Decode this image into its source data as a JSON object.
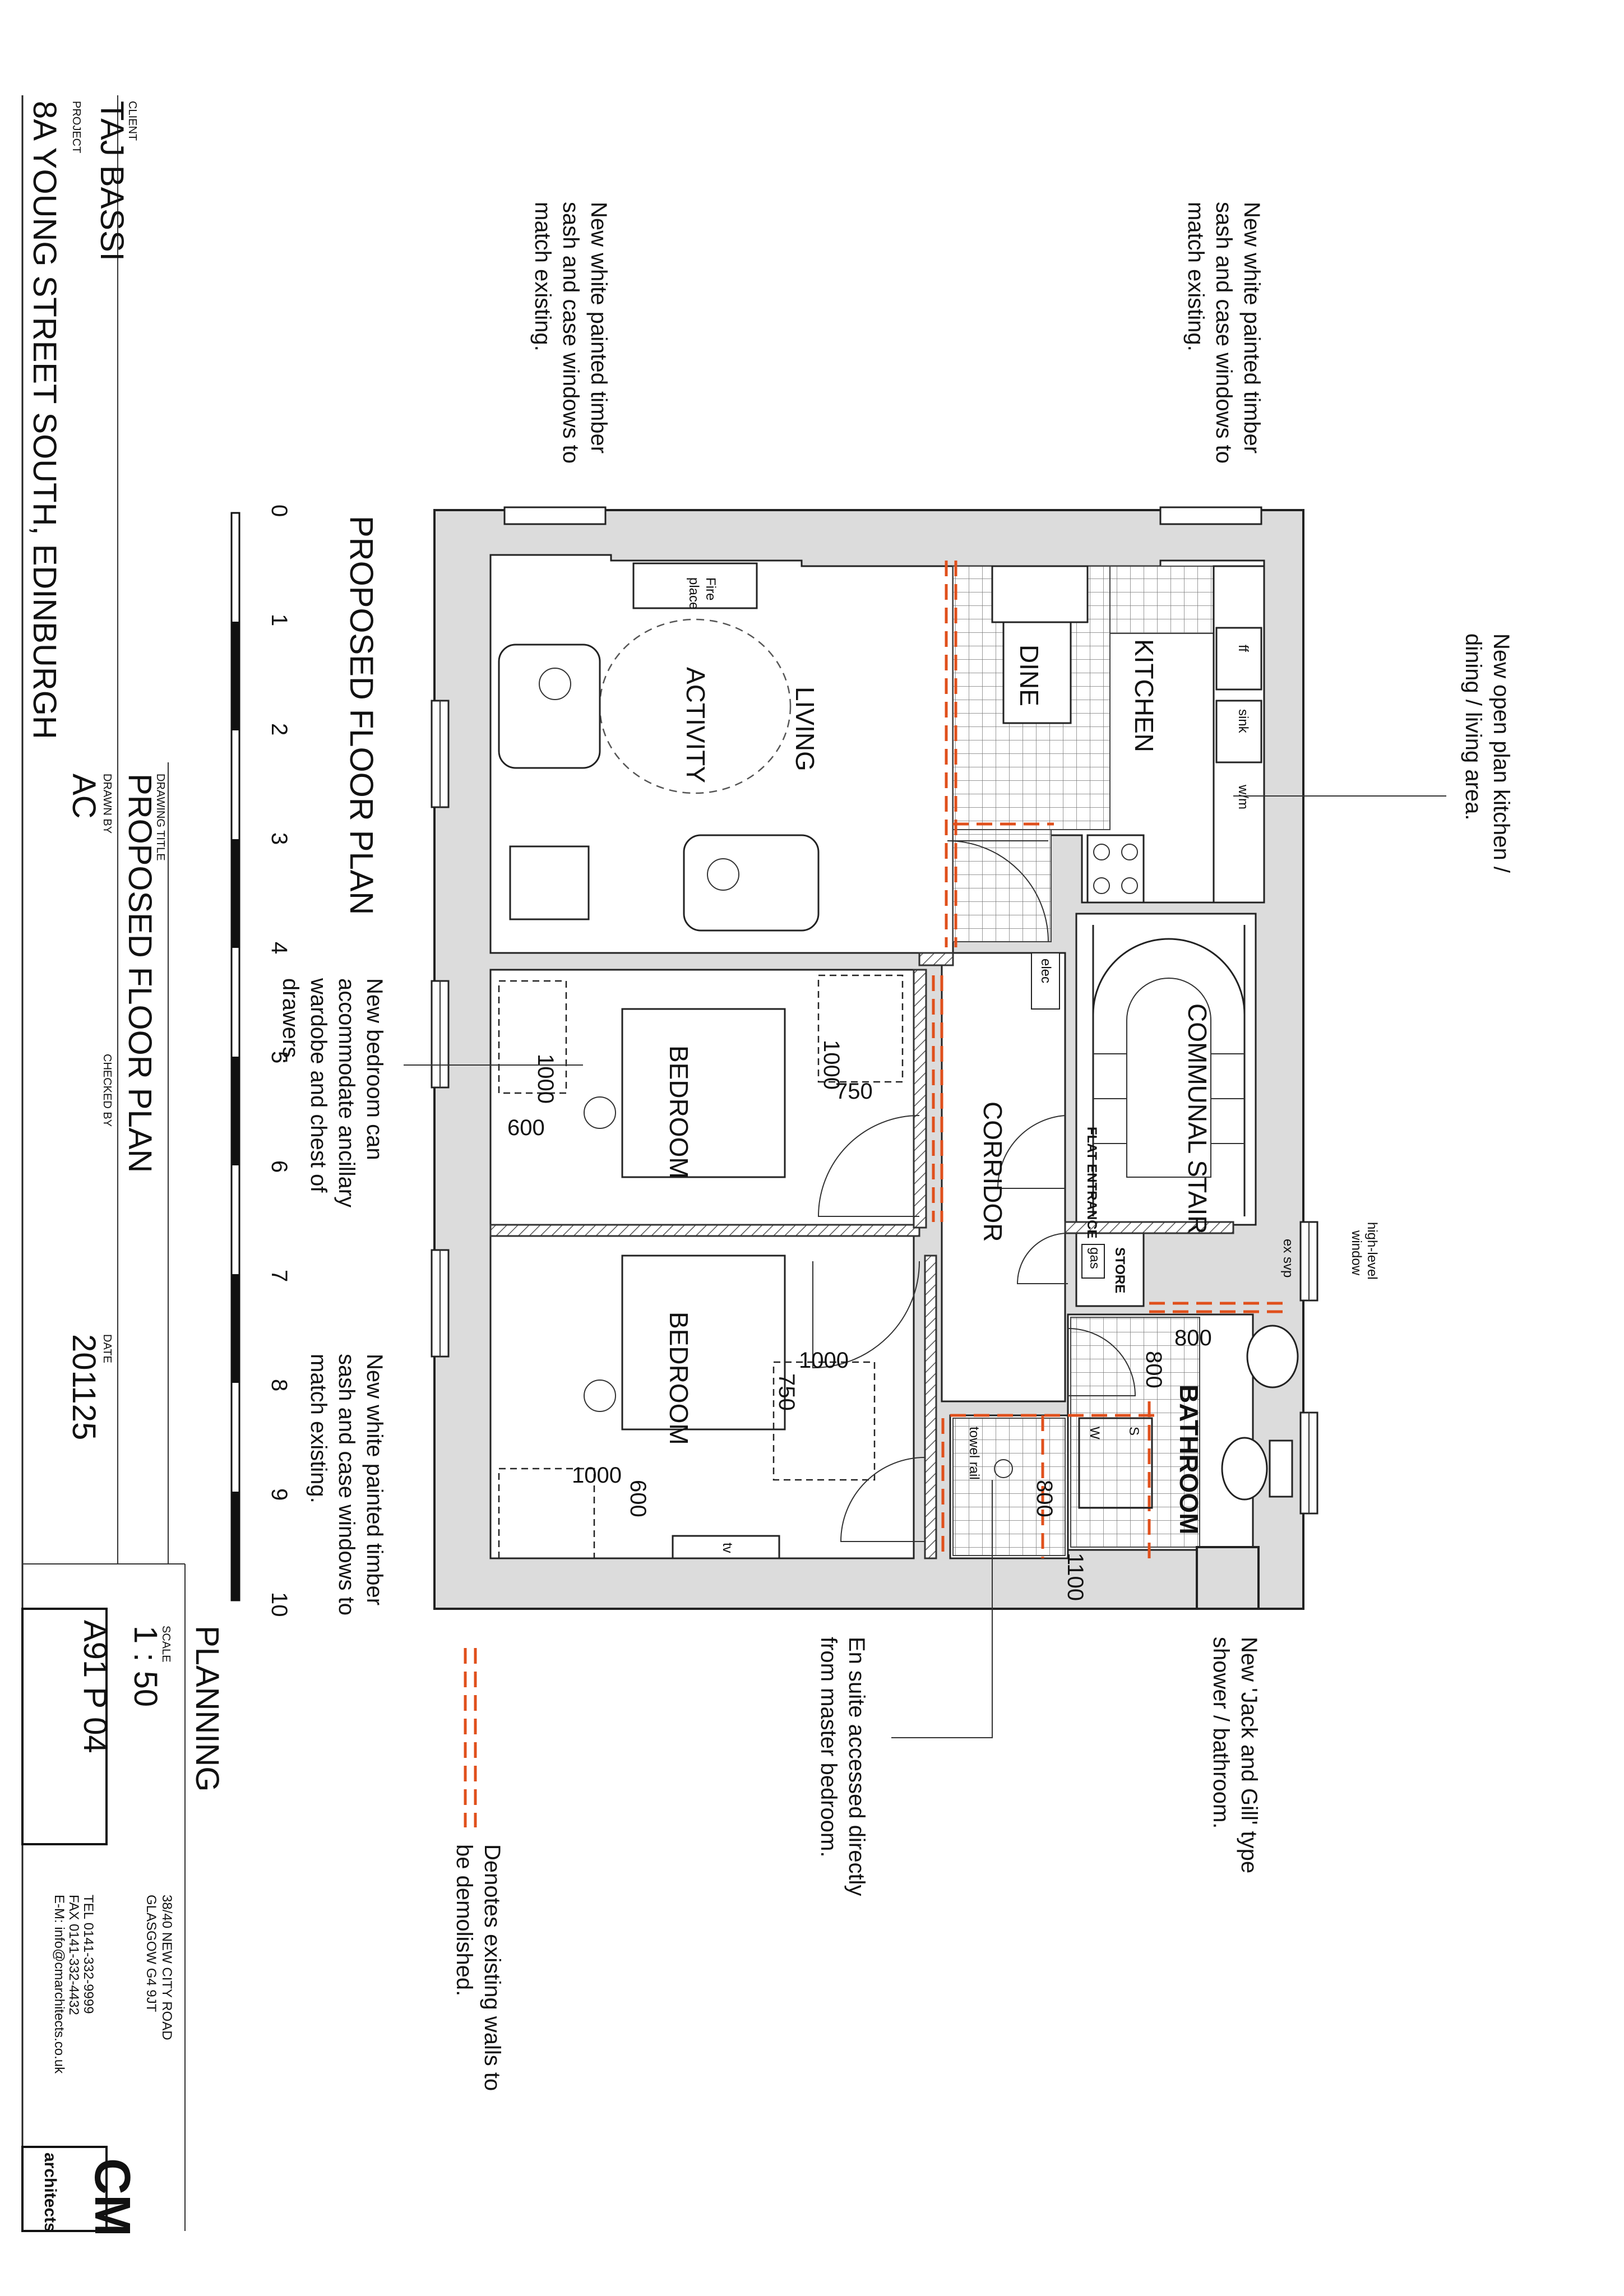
{
  "notes": {
    "windows_top_left": [
      "New white painted timber",
      "sash and case windows to",
      "match existing."
    ],
    "windows_top_right": [
      "New white painted timber",
      "sash and case windows to",
      "match existing."
    ],
    "open_plan": [
      "New open plan kitchen /",
      "dining / living area."
    ],
    "bedroom_storage": [
      "New bedroom can",
      "accommodate ancillary",
      "wardobe and chest of",
      "drawers."
    ],
    "windows_bottom": [
      "New white painted timber",
      "sash and case windows to",
      "match existing."
    ],
    "jack_and_gill": [
      "New 'Jack and Gill' type",
      "shower / bathroom."
    ],
    "en_suite": [
      "En suite accessed directly",
      "from master bedroom."
    ],
    "demolish_legend": [
      "Denotes existing walls to",
      "be demolished."
    ]
  },
  "rooms": {
    "living": "LIVING",
    "activity": "ACTIVITY",
    "kitchen": "KITCHEN",
    "dine": "DINE",
    "communal_stair": "COMMUNAL STAIR",
    "corridor": "CORRIDOR",
    "bedroom_1": "BEDROOM",
    "bedroom_2": "BEDROOM",
    "bathroom": "BATHROOM",
    "store": "STORE",
    "flat_entrance": "FLAT ENTRANCE"
  },
  "fixtures": {
    "fireplace_1": "Fire",
    "fireplace_2": "place",
    "fridge": "ff",
    "sink": "sink",
    "washer": "w/m",
    "elec": "elec",
    "gas": "gas",
    "svp": "ex svp",
    "towel_rail": "towel rail",
    "tv": "tv",
    "high_level_window_1": "high-level",
    "high_level_window_2": "window",
    "shower_s": "S",
    "shower_w": "W"
  },
  "dimensions": {
    "d_1000_a": "1000",
    "d_1000_b": "1000",
    "d_600_a": "600",
    "d_750_a": "750",
    "d_1000_c": "1000",
    "d_750_b": "750",
    "d_1000_d": "1000",
    "d_600_b": "600",
    "d_800_a": "800",
    "d_800_b": "800",
    "d_800_c": "800",
    "d_1100": "1100"
  },
  "plan_title": "PROPOSED FLOOR PLAN",
  "scale_bar": [
    "0",
    "1",
    "2",
    "3",
    "4",
    "5",
    "6",
    "7",
    "8",
    "9",
    "10"
  ],
  "title_block": {
    "client_label": "CLIENT",
    "client": "TAJ BASSI",
    "project_label": "PROJECT",
    "project": "8A YOUNG STREET SOUTH, EDINBURGH",
    "drawing_title_label": "DRAWING TITLE",
    "drawing_title": "PROPOSED FLOOR PLAN",
    "drawn_by_label": "DRAWN BY",
    "drawn_by": "AC",
    "checked_by_label": "CHECKED BY",
    "date_label": "DATE",
    "date": "201125",
    "status": "PLANNING",
    "scale_label": "SCALE",
    "scale": "1 : 50",
    "drawing_number": "A91 P 04",
    "address_1": "38/40 NEW CITY ROAD",
    "address_2": "GLASGOW G4 9JT",
    "tel": "TEL 0141-332-9999",
    "fax": "FAX 0141-332-4432",
    "email": "E-M: info@cmarchitects.co.uk",
    "logo": "CM",
    "logo_sub": "architects"
  },
  "colors": {
    "demolish": "#e0501c",
    "wall_fill": "#dcdcdc",
    "ink": "#111111"
  }
}
